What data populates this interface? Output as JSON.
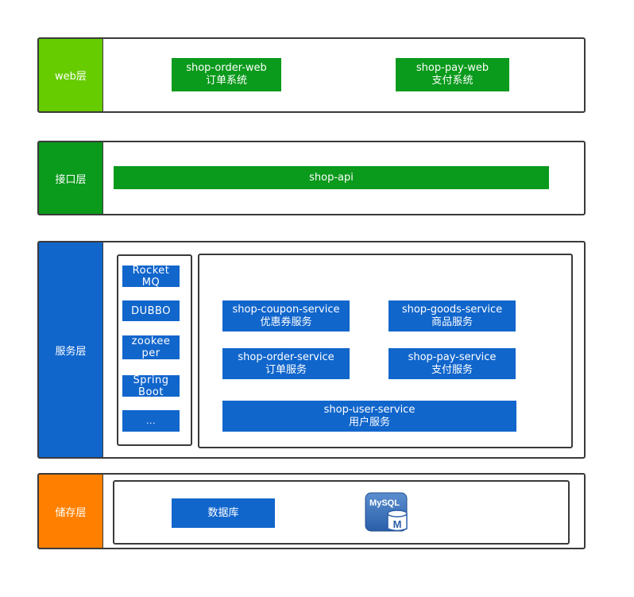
{
  "layers": {
    "web": {
      "label": "web层",
      "color": "#66cc00"
    },
    "api": {
      "label": "接口层",
      "color": "#0a9a1c"
    },
    "service": {
      "label": "服务层",
      "color": "#1166cc"
    },
    "storage": {
      "label": "储存层",
      "color": "#ff8000"
    }
  },
  "web_nodes": [
    {
      "name": "shop-order-web",
      "desc": "订单系统"
    },
    {
      "name": "shop-pay-web",
      "desc": "支付系统"
    }
  ],
  "api_node": {
    "name": "shop-api"
  },
  "middleware": [
    {
      "line1": "Rocket",
      "line2": "MQ"
    },
    {
      "line1": "DUBBO",
      "line2": ""
    },
    {
      "line1": "zookee",
      "line2": "per"
    },
    {
      "line1": "Spring",
      "line2": "Boot"
    },
    {
      "line1": "...",
      "line2": ""
    }
  ],
  "services": [
    {
      "name": "shop-coupon-service",
      "desc": "优惠券服务"
    },
    {
      "name": "shop-goods-service",
      "desc": "商品服务"
    },
    {
      "name": "shop-order-service",
      "desc": "订单服务"
    },
    {
      "name": "shop-pay-service",
      "desc": "支付服务"
    },
    {
      "name": "shop-user-service",
      "desc": "用户服务"
    }
  ],
  "storage": {
    "db_label": "数据库",
    "mysql_logo_text": "MySQL",
    "mysql_logo_mark": "M"
  }
}
